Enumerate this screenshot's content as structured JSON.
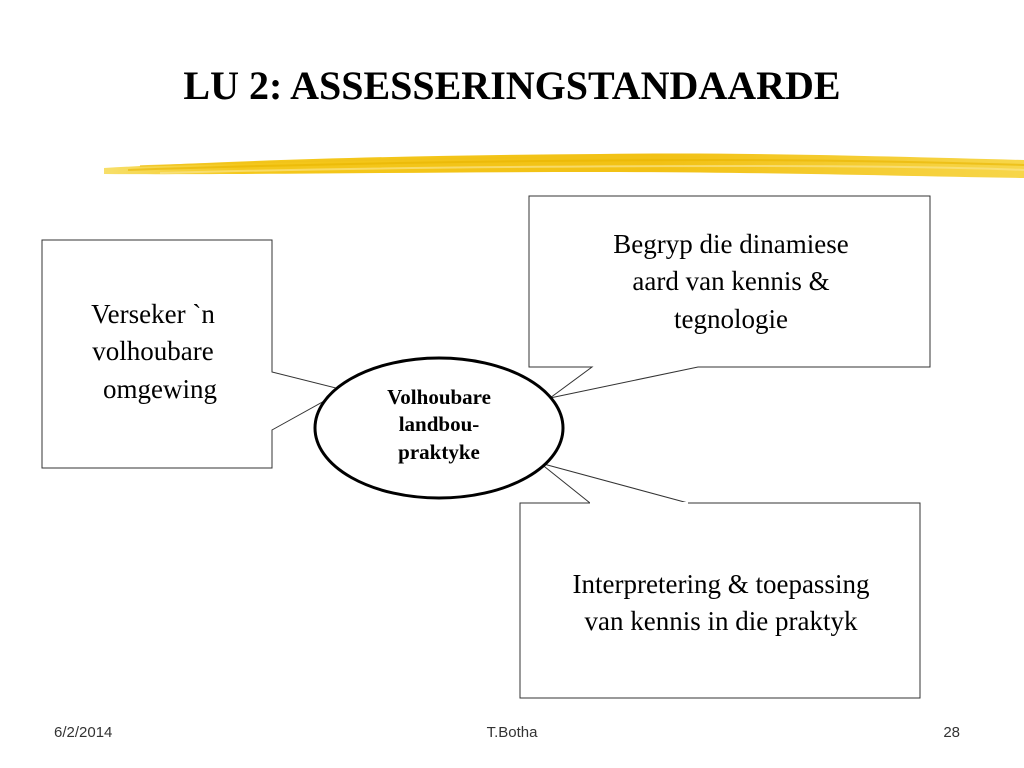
{
  "slide": {
    "title": "LU 2: ASSESSERINGSTANDAARDE",
    "accent_color": "#f5cc1e",
    "boxes": {
      "left": [
        "Verseker `n",
        "volhoubare",
        "omgewing"
      ],
      "top_right": [
        "Begryp die dinamiese",
        "aard van kennis &",
        "tegnologie"
      ],
      "bottom_right": [
        "Interpretering & toepassing",
        "van kennis in die praktyk"
      ]
    },
    "center": [
      "Volhoubare",
      "landbou-",
      "praktyke"
    ]
  },
  "footer": {
    "date": "6/2/2014",
    "author": "T.Botha",
    "page": "28"
  }
}
